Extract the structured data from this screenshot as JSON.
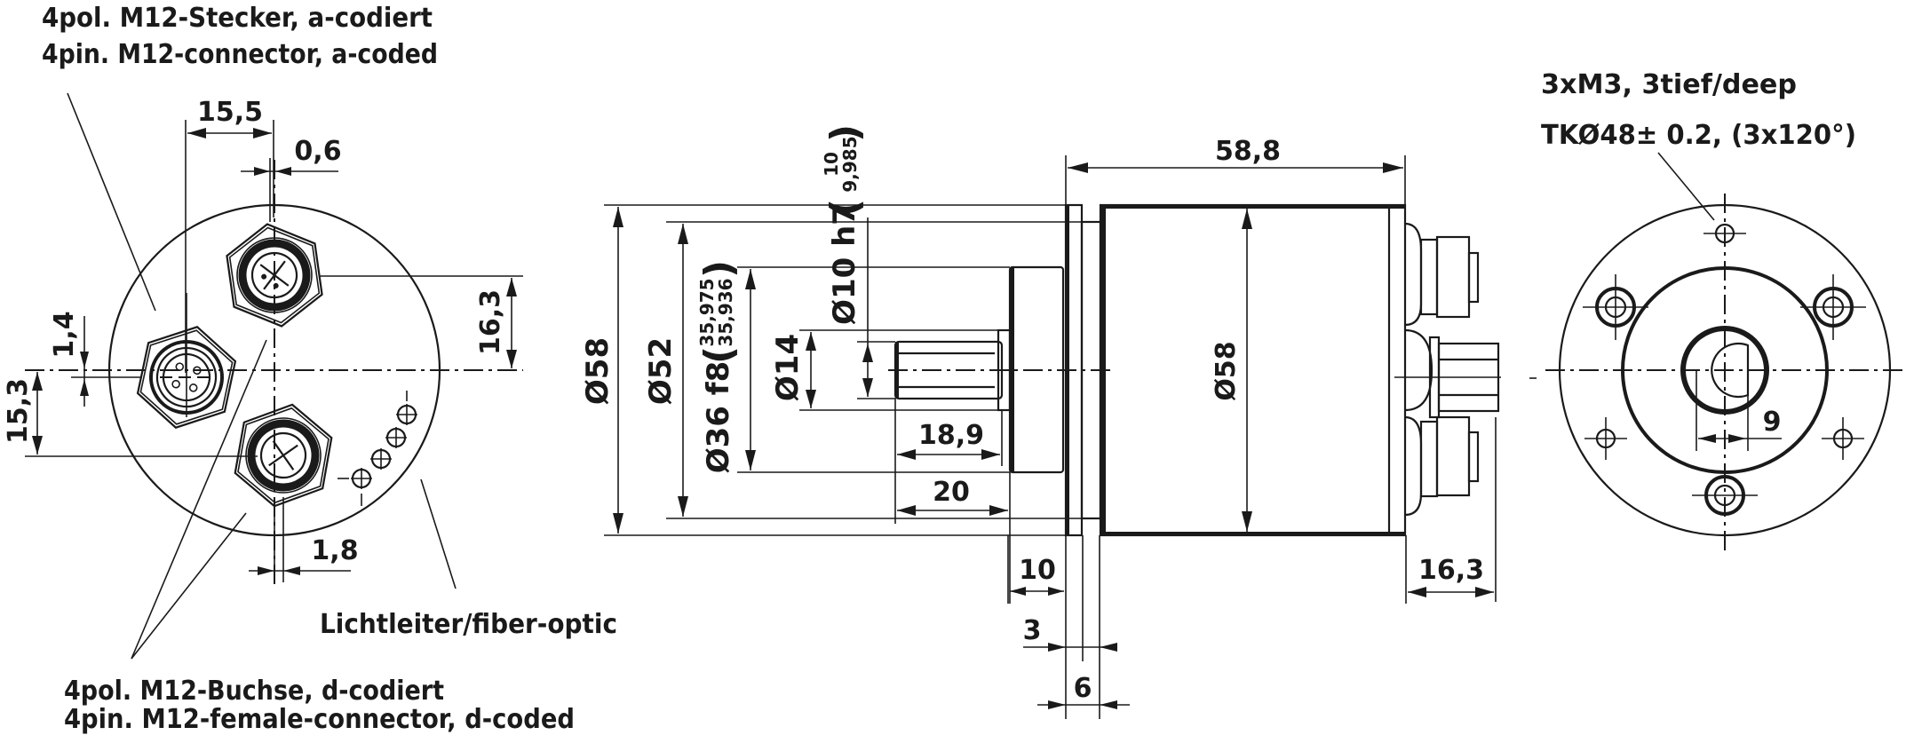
{
  "labels": {
    "plug_de": "4pol. M12-Stecker, a-codiert",
    "plug_en": "4pin. M12-connector, a-coded",
    "socket_de": "4pol. M12-Buchse, d-codiert",
    "socket_en": "4pin. M12-female-connector, d-coded",
    "fiber_optic": "Lichtleiter/fiber-optic",
    "holes_line1": "3xM3, 3tief/deep",
    "holes_line2": "TKØ48± 0.2, (3x120°)"
  },
  "left_view": {
    "dims": {
      "d15_5": "15,5",
      "d0_6": "0,6",
      "d16_3": "16,3",
      "d1_4": "1,4",
      "d15_3": "15,3",
      "d1_8": "1,8"
    }
  },
  "side_view": {
    "dims": {
      "dia58_flange": "Ø58",
      "dia52": "Ø52",
      "dia36": "Ø36 f8",
      "dia36_tol_upper": "35,975",
      "dia36_tol_lower": "35,936",
      "dia14": "Ø14",
      "dia10": "Ø10 h7",
      "dia10_tol_upper": "10",
      "dia10_tol_lower": "9,985",
      "len18_9": "18,9",
      "len20": "20",
      "len58_8": "58,8",
      "dia58_body": "Ø58",
      "len10": "10",
      "len3": "3",
      "len6": "6",
      "len16_3": "16,3"
    }
  },
  "front_view": {
    "dims": {
      "flat9": "9"
    }
  }
}
